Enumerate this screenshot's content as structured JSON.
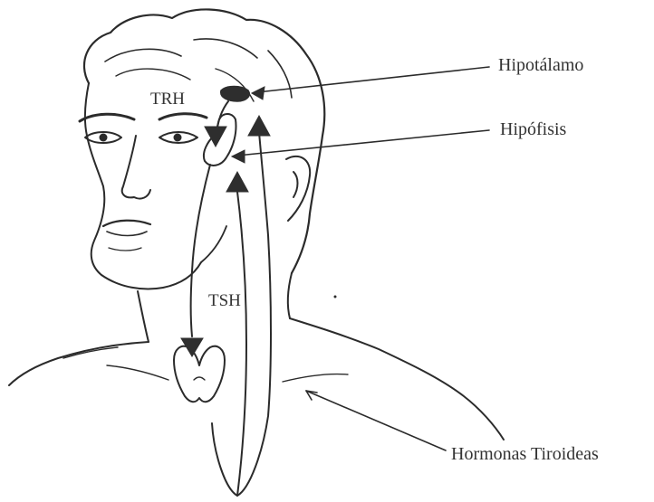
{
  "labels": {
    "trh": "TRH",
    "tsh": "TSH",
    "hipotalamo": "Hipotálamo",
    "hipofisis": "Hipófisis",
    "hormonas": "Hormonas Tiroideas"
  },
  "colors": {
    "ink": "#2b2b2b",
    "text": "#333333",
    "background": "#ffffff"
  }
}
